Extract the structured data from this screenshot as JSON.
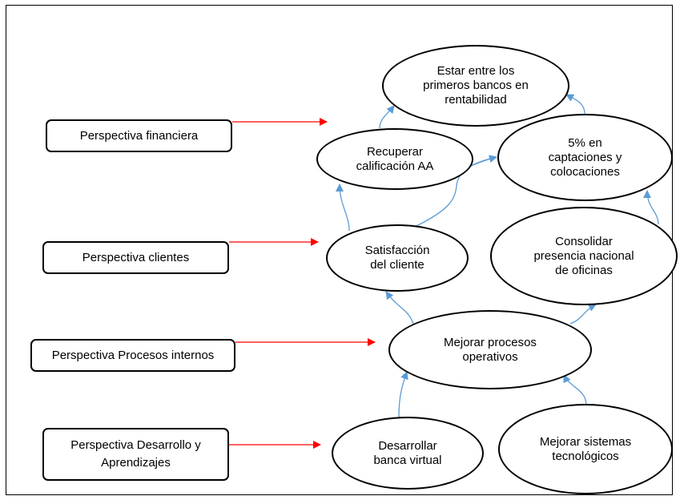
{
  "perspectives": {
    "financiera": "Perspectiva financiera",
    "clientes": "Perspectiva clientes",
    "procesos": "Perspectiva Procesos internos",
    "desarrollo": "Perspectiva Desarrollo y\nAprendizajes"
  },
  "objectives": {
    "estar_entre": "Estar entre los\nprimeros bancos en\nrentabilidad",
    "recuperar": "Recuperar\ncalificación AA",
    "captaciones": "5% en\ncaptaciones y\ncolocaciones",
    "satisfaccion": "Satisfacción\ndel cliente",
    "consolidar": "Consolidar\npresencia nacional\nde oficinas",
    "mejorar_procesos": "Mejorar procesos\noperativos",
    "desarrollar": "Desarrollar\nbanca virtual",
    "mejorar_sistemas": "Mejorar sistemas\ntecnológicos"
  },
  "colors": {
    "perspective_arrow": "#ff0000",
    "link_arrow": "#5b9bd5",
    "outline": "#000000"
  }
}
